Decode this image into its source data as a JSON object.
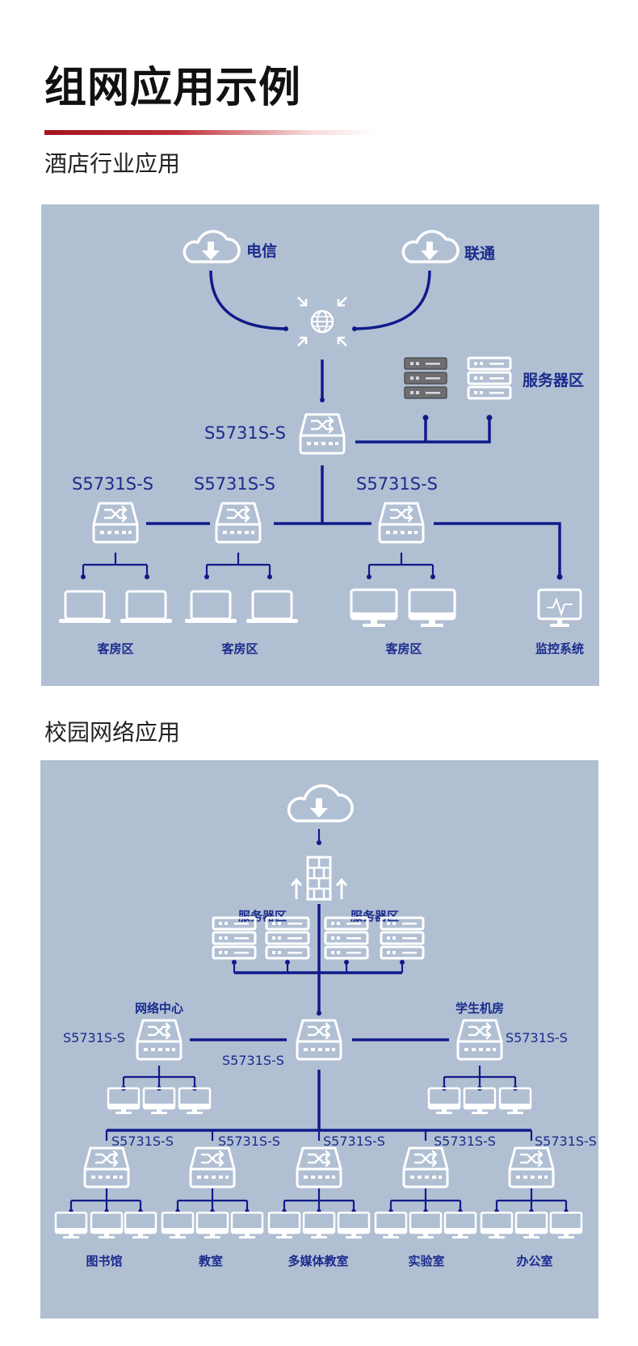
{
  "page": {
    "title": "组网应用示例"
  },
  "colors": {
    "accent": "#a3141c",
    "panel_bg": "#b1bfd3",
    "line": "#101a8a",
    "label": "#1a2b8c",
    "icon": "#ffffff",
    "icon_dark": "#6e6e72"
  },
  "hotel": {
    "section_title": "酒店行业应用",
    "isp_telecom": "电信",
    "isp_unicom": "联通",
    "server_zone": "服务器区",
    "core_switch": "S5731S-S",
    "access_switches": [
      "S5731S-S",
      "S5731S-S",
      "S5731S-S"
    ],
    "zones": [
      "客房区",
      "客房区",
      "客房区",
      "监控系统"
    ]
  },
  "campus": {
    "section_title": "校园网络应用",
    "server_zones": [
      "服务器区",
      "服务器区"
    ],
    "network_center": "网络中心",
    "student_lab": "学生机房",
    "switch_left": "S5731S-S",
    "switch_core": "S5731S-S",
    "switch_right": "S5731S-S",
    "bottom_switches": [
      "S5731S-S",
      "S5731S-S",
      "S5731S-S",
      "S5731S-S",
      "S5731S-S"
    ],
    "bottom_zones": [
      "图书馆",
      "教室",
      "多媒体教室",
      "实验室",
      "办公室"
    ]
  }
}
